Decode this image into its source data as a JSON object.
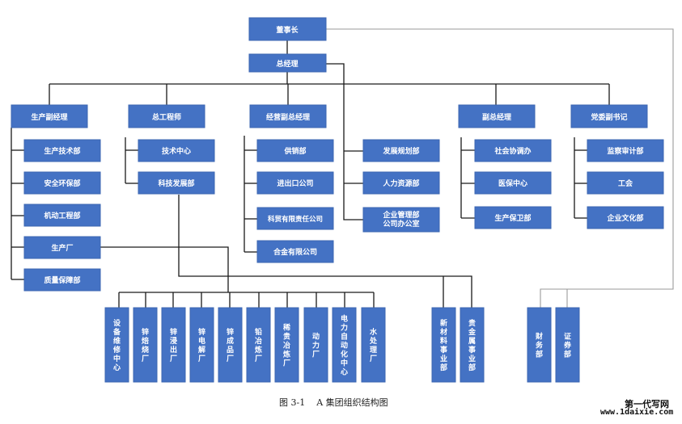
{
  "diagram": {
    "nodes": {
      "chairman": "董事长",
      "gm": "总经理",
      "prod_vgm": "生产副经理",
      "chief_eng": "总工程师",
      "op_vgm": "经营副总经理",
      "vgm": "副总经理",
      "party_sec": "党委副书记",
      "prod_tech": "生产技术部",
      "safety_env": "安全环保部",
      "mech_power": "机动工程部",
      "factory": "生产厂",
      "quality": "质量保障部",
      "tech_center": "技术中心",
      "sci_dev": "科技发展部",
      "supply": "供销部",
      "import_export": "进出口公司",
      "trade_ltd": "科贸有限责任公司",
      "alloy_ltd": "合金有限公司",
      "dev_plan": "发展规划部",
      "hr": "人力资源部",
      "ent_mgmt": "企业管理部\n公司办公室",
      "social": "社会协调办",
      "medical": "医保中心",
      "logistics": "生产保卫部",
      "audit": "监察审计部",
      "union": "工会",
      "culture": "企业文化部",
      "equip_repair": "设备维修中心",
      "zinc_roast": "锌焙烧厂",
      "zinc_leach": "锌浸出厂",
      "zinc_elec": "锌电解厂",
      "zinc_product": "锌成品厂",
      "lead_smelt": "铅冶炼厂",
      "rare_smelt": "稀贵冶炼厂",
      "power_plant": "动力厂",
      "elec_auto": "电力自动化中心",
      "water": "水处理厂",
      "new_material": "新材料事业部",
      "precious_metal": "贵金属事业部",
      "finance": "财务部",
      "securities": "证券部"
    },
    "caption": "图 3-1    A 集团组织结构图",
    "watermark": {
      "line1": "第一代写网",
      "line2": "www.1daixie.com"
    },
    "colors": {
      "node_fill": "#4472c4",
      "node_text": "#ffffff",
      "connector": "#1a1a1a",
      "connector_grey": "#9a9a9a"
    }
  }
}
